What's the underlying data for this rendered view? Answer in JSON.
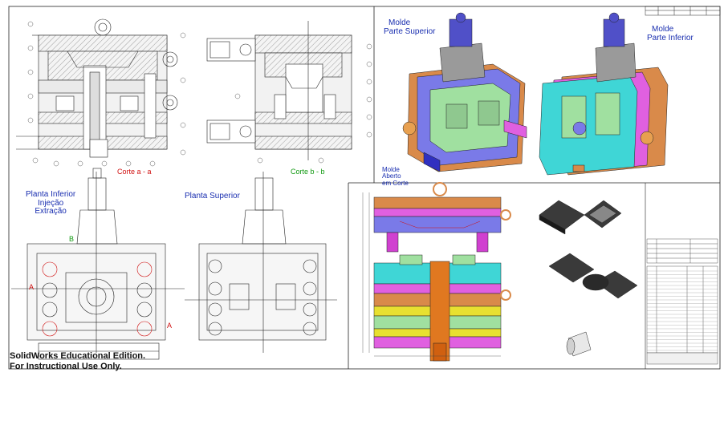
{
  "views": {
    "corte_aa": "Corte a - a",
    "corte_bb": "Corte b - b",
    "planta_inferior": [
      "Planta Inferior",
      "Injeção",
      "Extração"
    ],
    "planta_superior": "Planta Superior",
    "molde_superior": [
      "Molde",
      "Parte Superior"
    ],
    "molde_inferior": [
      "Molde",
      "Parte Inferior"
    ],
    "molde_aberto": [
      "Molde",
      "Aberto",
      "em Corte"
    ]
  },
  "section_markers": {
    "a": "A",
    "b": "B"
  },
  "watermark": [
    "SolidWorks Educational Edition.",
    "For Instructional Use Only."
  ],
  "colors": {
    "line": "#222222",
    "cavity_blue": "#7a7ae8",
    "core_cyan": "#3fd6d6",
    "plate_orange": "#d98a4a",
    "plate_magenta": "#e060e0",
    "plate_yellow": "#e8e030",
    "plate_green": "#a0e0a0",
    "sprue_orange": "#e07820",
    "pin_magenta": "#d040d0"
  }
}
